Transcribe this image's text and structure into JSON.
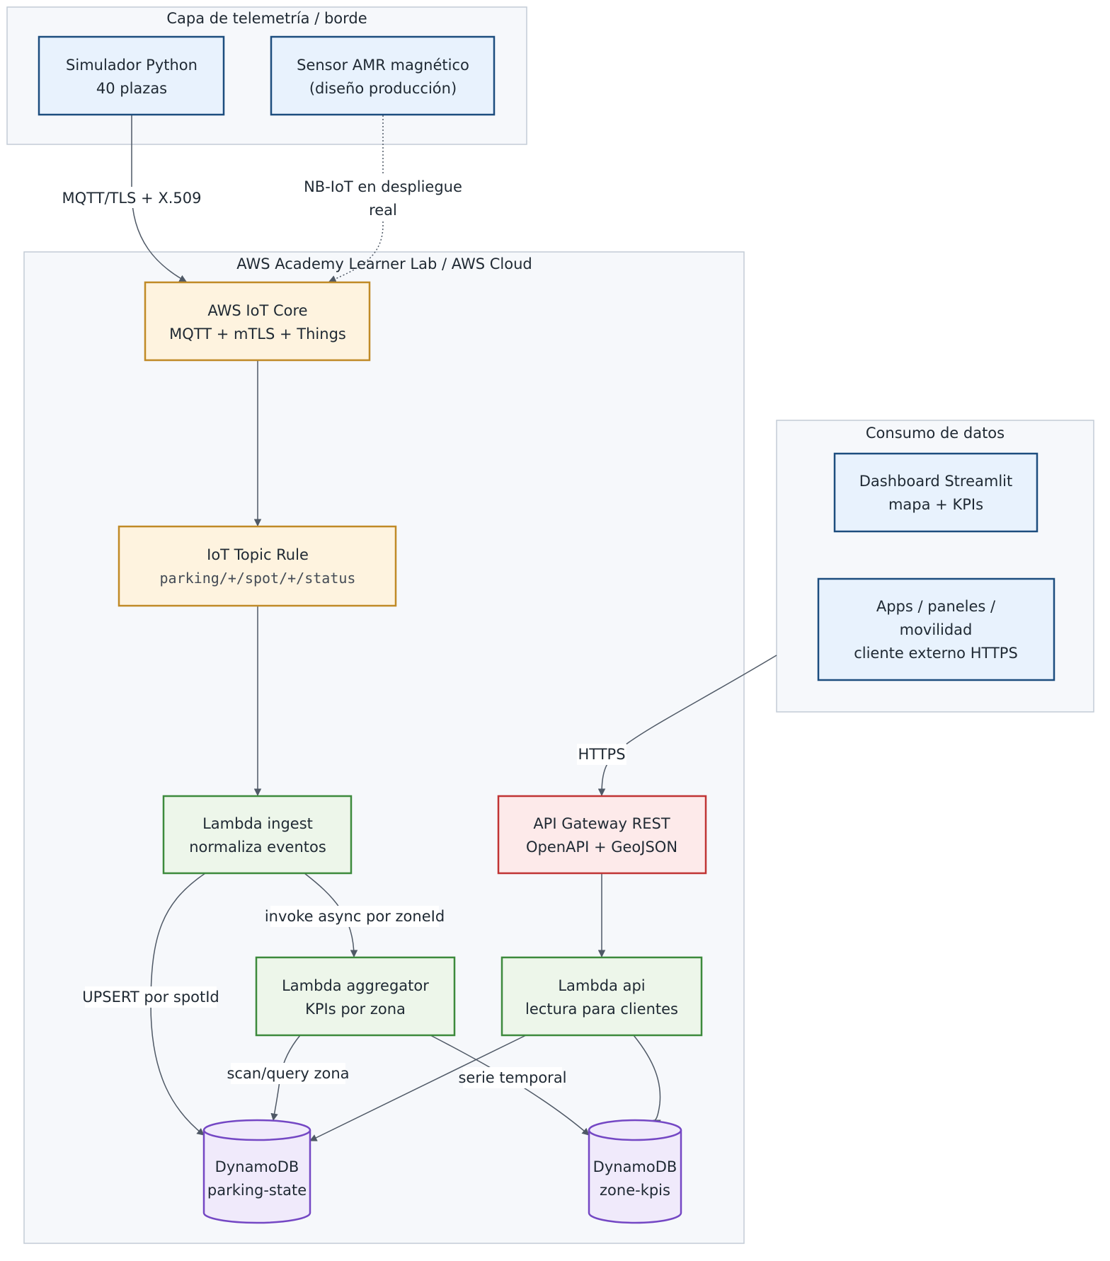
{
  "subgraphs": {
    "edge_layer": {
      "title": "Capa de telemetría / borde"
    },
    "cloud": {
      "title": "AWS Academy Learner Lab / AWS Cloud"
    },
    "consumers": {
      "title": "Consumo de datos"
    }
  },
  "nodes": {
    "simulator": {
      "line1": "Simulador Python",
      "line2": "40 plazas"
    },
    "sensor": {
      "line1": "Sensor AMR magnético",
      "line2": "(diseño producción)"
    },
    "iot_core": {
      "line1": "AWS IoT Core",
      "line2": "MQTT + mTLS + Things"
    },
    "topic_rule": {
      "line1": "IoT Topic Rule",
      "line2": "parking/+/spot/+/status"
    },
    "lambda_ingest": {
      "line1": "Lambda ingest",
      "line2": "normaliza eventos"
    },
    "api_gateway": {
      "line1": "API Gateway REST",
      "line2": "OpenAPI + GeoJSON"
    },
    "lambda_aggregator": {
      "line1": "Lambda aggregator",
      "line2": "KPIs por zona"
    },
    "lambda_api": {
      "line1": "Lambda api",
      "line2": "lectura para clientes"
    },
    "ddb_state": {
      "line1": "DynamoDB",
      "line2": "parking-state"
    },
    "ddb_kpis": {
      "line1": "DynamoDB",
      "line2": "zone-kpis"
    },
    "dashboard": {
      "line1": "Dashboard Streamlit",
      "line2": "mapa + KPIs"
    },
    "apps": {
      "line1": "Apps / paneles /",
      "line2": "movilidad",
      "line3": "cliente externo HTTPS"
    }
  },
  "edges": {
    "mqtt": "MQTT/TLS + X.509",
    "nbiot_line1": "NB-IoT en despliegue",
    "nbiot_line2": "real",
    "https": "HTTPS",
    "invoke": "invoke async por zoneId",
    "upsert": "UPSERT por spotId",
    "scan": "scan/query zona",
    "serie": "serie temporal"
  },
  "colors": {
    "blue_stroke": "#1c4d7e",
    "orange_stroke": "#c08a26",
    "green_stroke": "#3c8a3c",
    "red_stroke": "#c03434",
    "purple_stroke": "#7447c4"
  }
}
